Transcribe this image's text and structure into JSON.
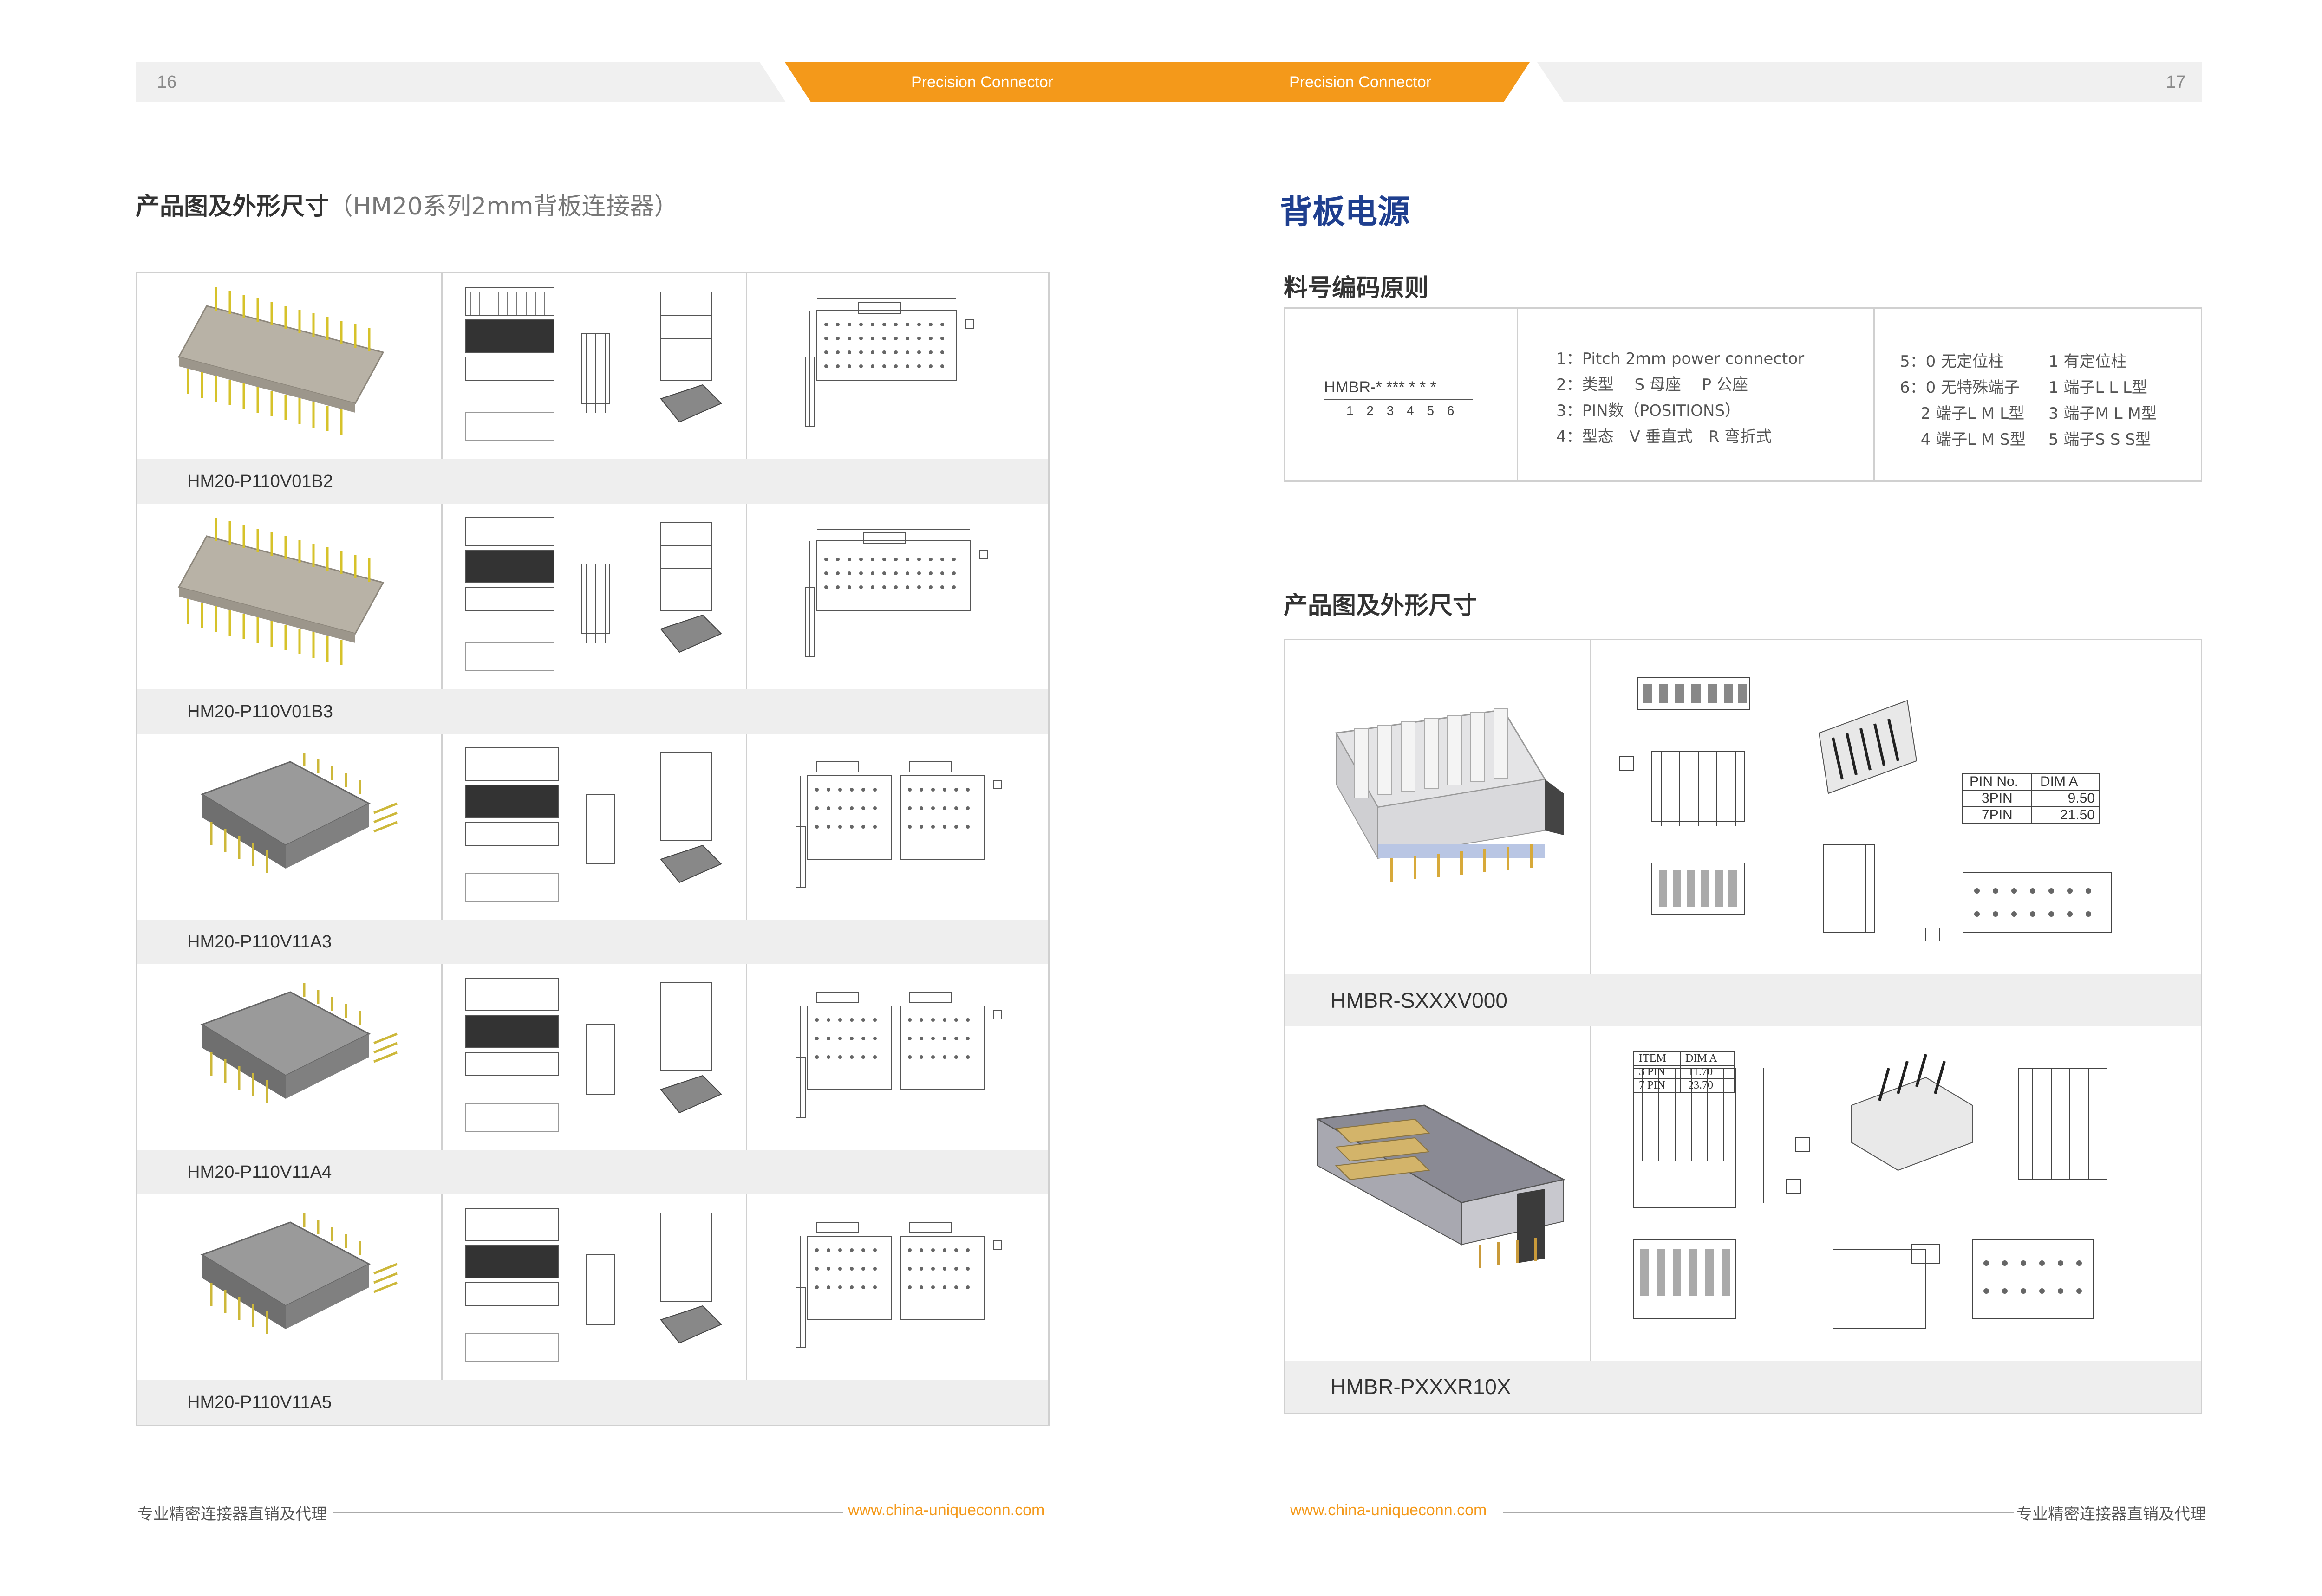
{
  "header": {
    "left_page": "16",
    "right_page": "17",
    "banner_left": "Precision Connector",
    "banner_right": "Precision Connector"
  },
  "left": {
    "title": "产品图及外形尺寸",
    "title_sub": "（HM20系列2mm背板连接器）",
    "products": [
      {
        "code": "HM20-P110V01B2",
        "body_color": "#b8b2a6",
        "pin_color": "#d6c22a"
      },
      {
        "code": "HM20-P110V01B3",
        "body_color": "#b8b2a6",
        "pin_color": "#d6c22a"
      },
      {
        "code": "HM20-P110V11A3",
        "body_color": "#8a8a8a",
        "pin_color": "#cdb83a"
      },
      {
        "code": "HM20-P110V11A4",
        "body_color": "#8a8a8a",
        "pin_color": "#cdb83a"
      },
      {
        "code": "HM20-P110V11A5",
        "body_color": "#8a8a8a",
        "pin_color": "#cdb83a"
      }
    ]
  },
  "right": {
    "title": "背板电源",
    "code_rule_title": "料号编码原则",
    "code": {
      "main": "HMBR-*  ***  *  * *",
      "nums": "1   2 3  4 5 6"
    },
    "col2": [
      "1：Pitch 2mm power connector",
      "2：类型　 S 母座　 P 公座",
      "3：PIN数（POSITIONS）",
      "4：型态　V 垂直式　R 弯折式"
    ],
    "col3a": [
      "5：0 无定位柱",
      "6：0 无特殊端子",
      "　 2 端子L M L型",
      "　 4 端子L M S型"
    ],
    "col3b": [
      "1 有定位柱",
      "1 端子L L L型",
      "3 端子M L M型",
      "5 端子S S S型"
    ],
    "product_title": "产品图及外形尺寸",
    "products": [
      {
        "code": "HMBR-SXXXV000",
        "dim_table": {
          "headers": [
            "PIN  No.",
            "DIM  A"
          ],
          "rows": [
            [
              "3PIN",
              "9.50"
            ],
            [
              "7PIN",
              "21.50"
            ]
          ]
        }
      },
      {
        "code": "HMBR-PXXXR10X",
        "dim_table": {
          "headers": [
            "ITEM",
            "DIM A"
          ],
          "rows": [
            [
              "3 PIN",
              "11.70"
            ],
            [
              "7 PIN",
              "23.70"
            ]
          ]
        }
      }
    ]
  },
  "footer": {
    "left_text": "专业精密连接器直销及代理",
    "left_url": "www.china-uniqueconn.com",
    "right_url": "www.china-uniqueconn.com",
    "right_text": "专业精密连接器直销及代理"
  }
}
